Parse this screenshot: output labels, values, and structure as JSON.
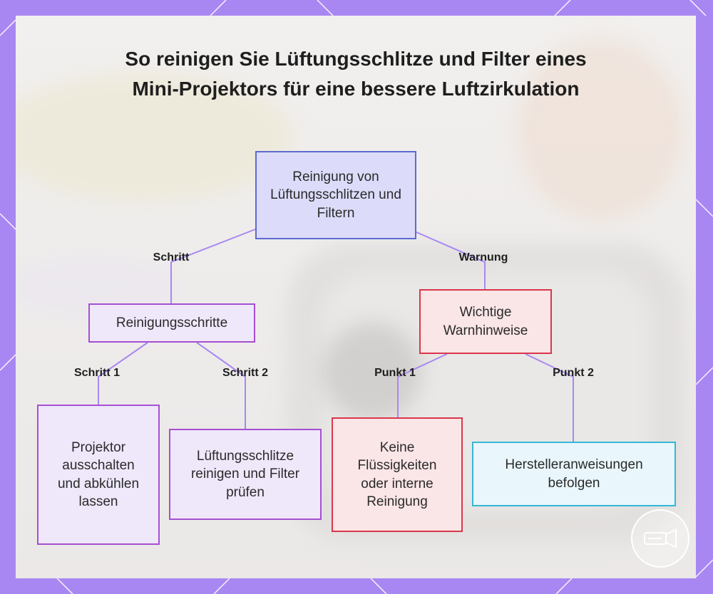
{
  "title": "So reinigen Sie Lüftungsschlitze und Filter eines Mini-Projektors für eine bessere Luftzirkulation",
  "nodes": {
    "root": "Reinigung von Lüftungsschlitzen und Filtern",
    "steps": "Reinigungsschritte",
    "warnings": "Wichtige Warnhinweise",
    "step1": "Projektor ausschalten und abkühlen lassen",
    "step2": "Lüftungsschlitze reinigen und Filter prüfen",
    "point1": "Keine Flüssigkeiten oder interne Reinigung",
    "point2": "Herstelleranweisungen befolgen"
  },
  "edges": {
    "root_steps": "Schritt",
    "root_warnings": "Warnung",
    "steps_step1": "Schritt 1",
    "steps_step2": "Schritt 2",
    "warnings_point1": "Punkt 1",
    "warnings_point2": "Punkt 2"
  },
  "colors": {
    "frame": "#a987f2",
    "connector": "#a987f2",
    "root_border": "#5b6bd0",
    "step_border": "#a64fd0",
    "warn_border": "#d9374a",
    "info_border": "#33b8d6"
  },
  "icons": {
    "badge": "projector-logo-icon"
  }
}
